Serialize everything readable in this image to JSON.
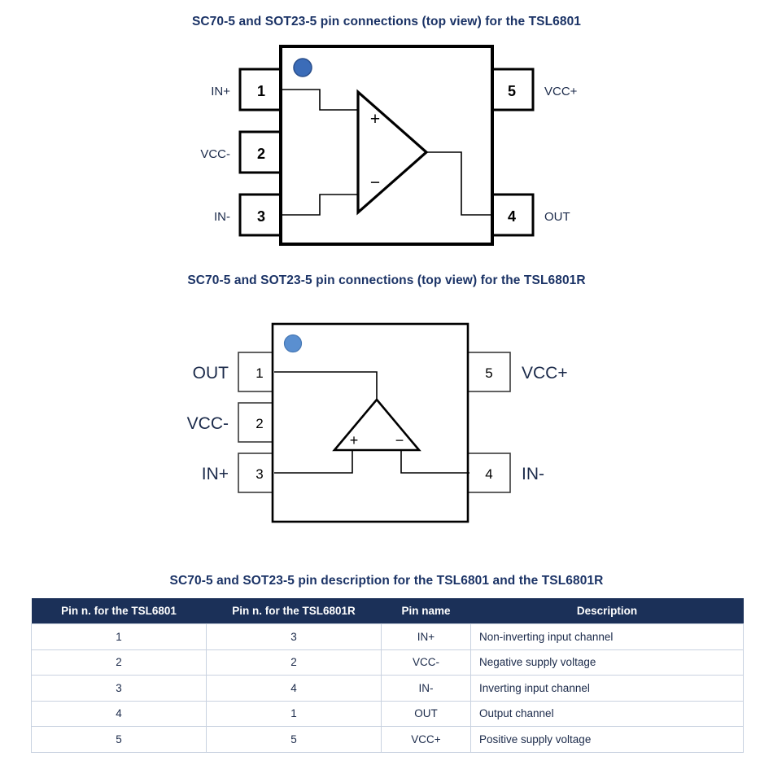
{
  "colors": {
    "title_blue": "#1b3366",
    "table_header_bg": "#1b3058",
    "table_header_text": "#ffffff",
    "table_border": "#c9d2e0",
    "body_text": "#1b2a4a",
    "pin1_dot": "#3b6cb8",
    "outline": "#000000"
  },
  "sections": {
    "title_1": "SC70-5 and SOT23-5 pin connections (top view) for the TSL6801",
    "title_2": "SC70-5 and SOT23-5 pin connections (top view) for the TSL6801R",
    "title_3": "SC70-5 and SOT23-5 pin description for the TSL6801 and the TSL6801R"
  },
  "diagram_1": {
    "part": "TSL6801",
    "package": "SC70-5 / SOT23-5",
    "view": "top view",
    "amp_symbol": {
      "orientation": "right",
      "plus": "+",
      "minus": "−"
    },
    "left_pins": [
      {
        "number": "1",
        "label": "IN+"
      },
      {
        "number": "2",
        "label": "VCC-"
      },
      {
        "number": "3",
        "label": "IN-"
      }
    ],
    "right_pins": [
      {
        "number": "5",
        "label": "VCC+"
      },
      {
        "number": "4",
        "label": "OUT"
      }
    ]
  },
  "diagram_2": {
    "part": "TSL6801R",
    "package": "SC70-5 / SOT23-5",
    "view": "top view",
    "amp_symbol": {
      "orientation": "up",
      "plus": "+",
      "minus": "−"
    },
    "left_pins": [
      {
        "number": "1",
        "label": "OUT"
      },
      {
        "number": "2",
        "label": "VCC-"
      },
      {
        "number": "3",
        "label": "IN+"
      }
    ],
    "right_pins": [
      {
        "number": "5",
        "label": "VCC+"
      },
      {
        "number": "4",
        "label": "IN-"
      }
    ]
  },
  "table": {
    "headers": [
      "Pin n. for the TSL6801",
      "Pin n. for the TSL6801R",
      "Pin name",
      "Description"
    ],
    "rows": [
      {
        "pin_6801": "1",
        "pin_6801r": "3",
        "name": "IN+",
        "description": "Non-inverting input channel"
      },
      {
        "pin_6801": "2",
        "pin_6801r": "2",
        "name": "VCC-",
        "description": "Negative supply voltage"
      },
      {
        "pin_6801": "3",
        "pin_6801r": "4",
        "name": "IN-",
        "description": "Inverting input channel"
      },
      {
        "pin_6801": "4",
        "pin_6801r": "1",
        "name": "OUT",
        "description": "Output channel"
      },
      {
        "pin_6801": "5",
        "pin_6801r": "5",
        "name": "VCC+",
        "description": "Positive supply voltage"
      }
    ]
  }
}
